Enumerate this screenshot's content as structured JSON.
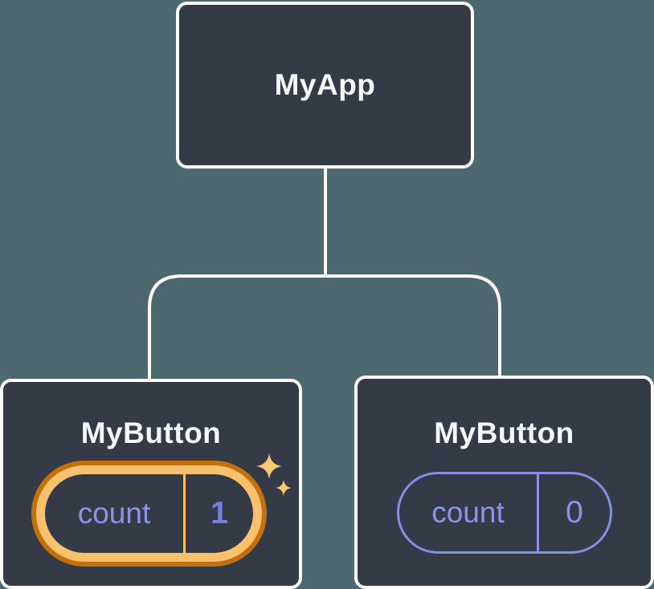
{
  "colors": {
    "background": "#4D6871",
    "node-bg": "#343B47",
    "node-border": "#FFFFFF",
    "line": "#FFFFFF",
    "title-text": "#F7F8FA",
    "state-text": "#8A94E8",
    "state-value-active": "#7380E2",
    "pill-outline": "#8490E5",
    "highlight-outer": "#C4700F",
    "highlight-inner": "#FAC16D",
    "sparkle": "#F9C873"
  },
  "tree": {
    "root": {
      "label": "MyApp"
    },
    "children": [
      {
        "label": "MyButton",
        "highlighted": true,
        "state": {
          "key": "count",
          "value": "1"
        }
      },
      {
        "label": "MyButton",
        "highlighted": false,
        "state": {
          "key": "count",
          "value": "0"
        }
      }
    ]
  }
}
